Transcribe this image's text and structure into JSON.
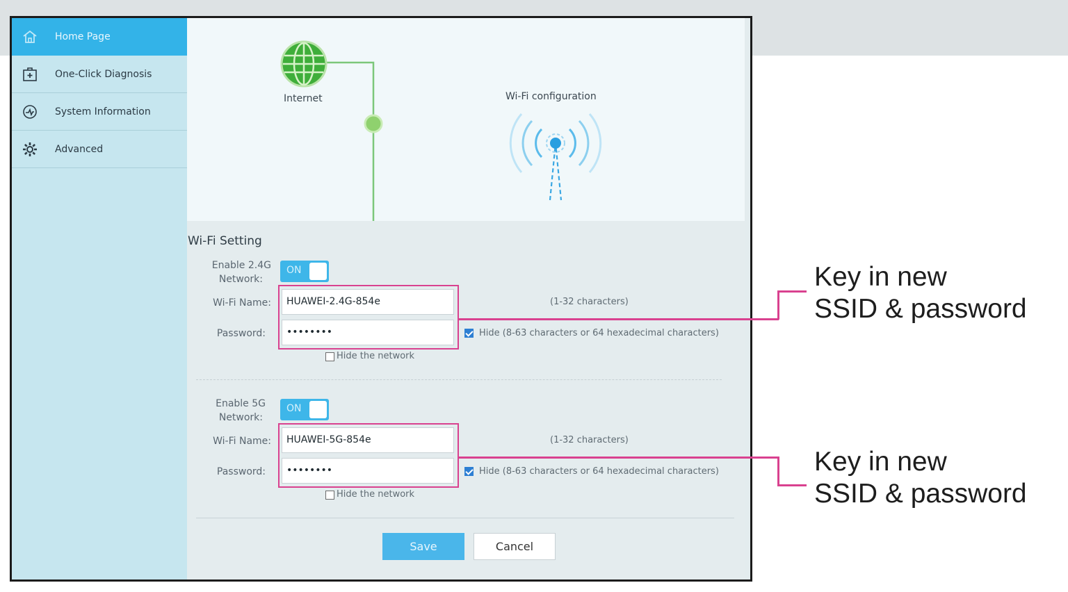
{
  "sidebar": {
    "items": [
      {
        "label": "Home Page",
        "icon": "home-icon",
        "active": true
      },
      {
        "label": "One-Click Diagnosis",
        "icon": "medkit-icon",
        "active": false
      },
      {
        "label": "System Information",
        "icon": "gauge-icon",
        "active": false
      },
      {
        "label": "Advanced",
        "icon": "gear-icon",
        "active": false
      }
    ]
  },
  "diagram": {
    "internet_label": "Internet",
    "wifi_label": "Wi-Fi configuration"
  },
  "wifi_setting": {
    "title": "Wi-Fi Setting",
    "band_24": {
      "enable_label_1": "Enable 2.4G",
      "enable_label_2": "Network:",
      "toggle_text": "ON",
      "name_label": "Wi-Fi Name:",
      "name_value": "HUAWEI-2.4G-854e",
      "name_hint": "(1-32 characters)",
      "password_label": "Password:",
      "password_value": "••••••••",
      "hide_password_label": "Hide (8-63 characters or 64 hexadecimal characters)",
      "hide_network_label": "Hide the network"
    },
    "band_5": {
      "enable_label_1": "Enable 5G",
      "enable_label_2": "Network:",
      "toggle_text": "ON",
      "name_label": "Wi-Fi Name:",
      "name_value": "HUAWEI-5G-854e",
      "name_hint": "(1-32 characters)",
      "password_label": "Password:",
      "password_value": "••••••••",
      "hide_password_label": "Hide (8-63 characters or 64 hexadecimal characters)",
      "hide_network_label": "Hide the network"
    },
    "save_label": "Save",
    "cancel_label": "Cancel"
  },
  "annotations": [
    {
      "line1": "Key in new",
      "line2": "SSID & password"
    },
    {
      "line1": "Key in new",
      "line2": "SSID & password"
    }
  ],
  "colors": {
    "accent": "#33b3e8",
    "highlight": "#d9418f",
    "sidebar_bg": "#c6e6ef",
    "internet_green": "#3fae3a"
  }
}
